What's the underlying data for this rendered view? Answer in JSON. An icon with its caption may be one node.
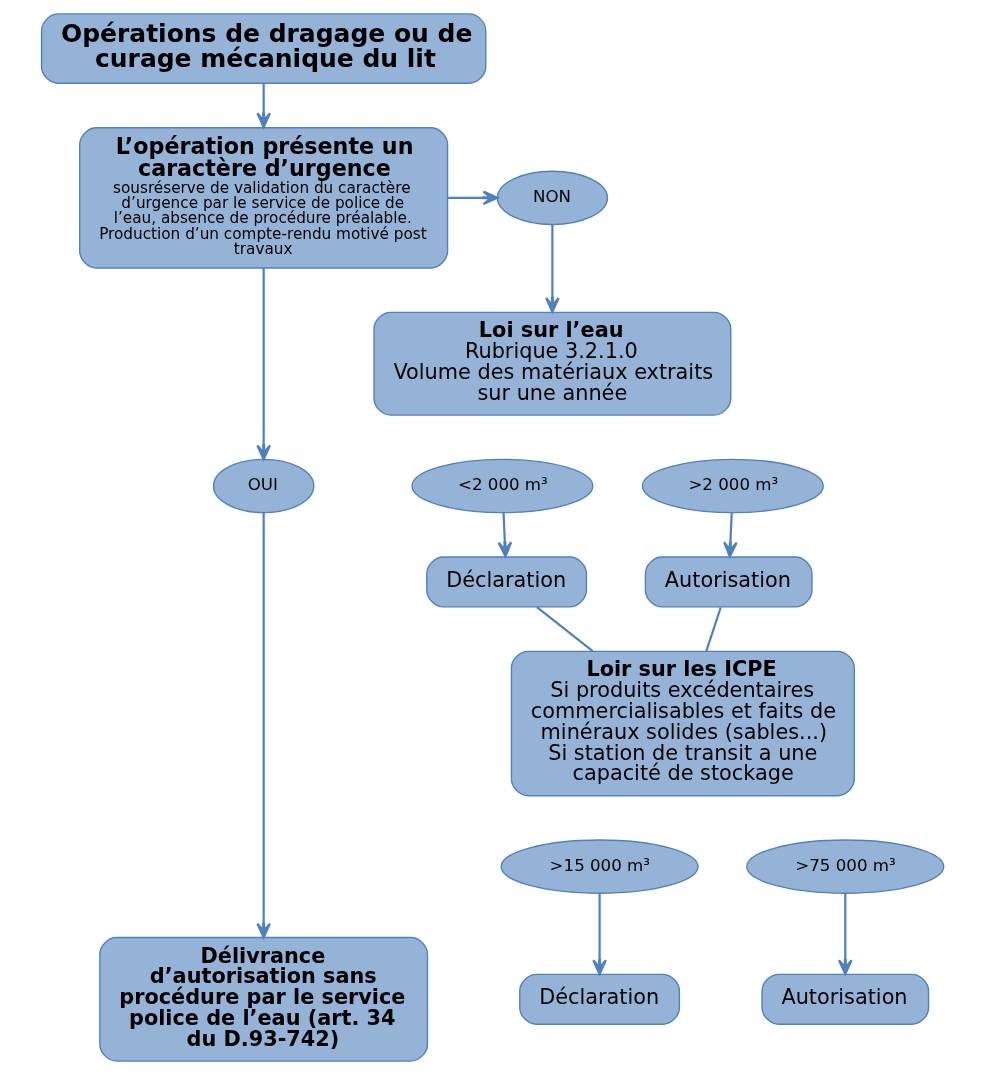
{
  "diagram": {
    "nodes": [
      {
        "text": [
          "Opérations de dragage ou de curage mécanique du lit"
        ]
      },
      {
        "text": [
          "L’opération présente un caractère d’urgence",
          "sousréserve de validation du caractère d’urgence par le service de police de l’eau, absence de procédure préalable. Production d’un compte-rendu motivé post travaux"
        ]
      },
      {
        "text": [
          "NON"
        ]
      },
      {
        "text": [
          "Loi sur l’eau",
          "Rubrique 3.2.1.0",
          "Volume des matériaux extraits sur une année"
        ]
      },
      {
        "text": [
          "<2 000 m³"
        ]
      },
      {
        "text": [
          ">2 000 m³"
        ]
      },
      {
        "text": [
          "Déclaration"
        ]
      },
      {
        "text": [
          "Autorisation"
        ]
      },
      {
        "text": [
          "OUI"
        ]
      },
      {
        "text": [
          "Loir sur les ICPE",
          "Si produits excédentaires commercialisables et faits de minéraux solides (sables...)",
          "Si station de transit a une capacité de stockage"
        ]
      },
      {
        "text": [
          ">15 000 m³"
        ]
      },
      {
        "text": [
          ">75 000 m³"
        ]
      },
      {
        "text": [
          "Délivrance d’autorisation sans procédure par le service police de l’eau (art. 34 du D.93-742)"
        ]
      },
      {
        "text": [
          "Déclaration"
        ]
      },
      {
        "text": [
          "Autorisation"
        ]
      }
    ],
    "edges": [
      {
        "from": 0,
        "to": 1,
        "arrow": "to"
      },
      {
        "from": 1,
        "to": 2,
        "arrow": "to"
      },
      {
        "from": 2,
        "to": 3,
        "arrow": "to"
      },
      {
        "from": 4,
        "to": 6,
        "arrow": "to"
      },
      {
        "from": 5,
        "to": 7,
        "arrow": "to"
      },
      {
        "from": 6,
        "to": 9,
        "arrow": "none"
      },
      {
        "from": 7,
        "to": 9,
        "arrow": "none"
      },
      {
        "from": 1,
        "to": 8,
        "arrow": "to"
      },
      {
        "from": 8,
        "to": 12,
        "arrow": "to"
      },
      {
        "from": 10,
        "to": 13,
        "arrow": "to"
      },
      {
        "from": 11,
        "to": 14,
        "arrow": "to"
      }
    ]
  }
}
